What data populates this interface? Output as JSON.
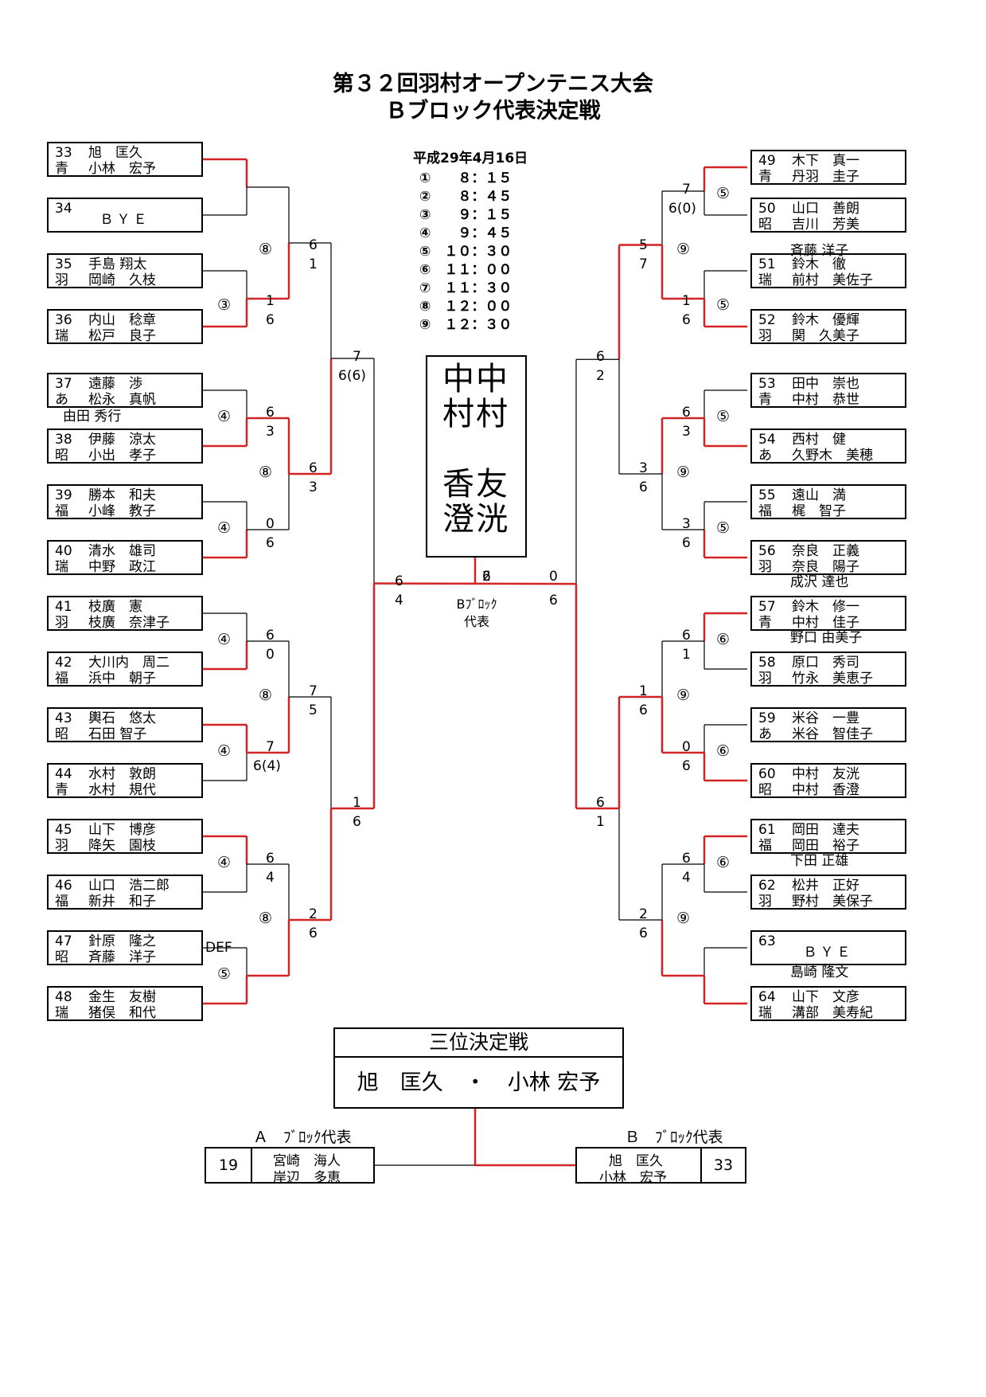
{
  "header": {
    "title_line1": "第３２回羽村オープンテニス大会",
    "title_line2": "Ｂブロック代表決定戦"
  },
  "schedule": {
    "date": "平成29年4月16日",
    "times": [
      "①　　８：１５",
      "②　　８：４５",
      "③　　９：１５",
      "④　　９：４５",
      "⑤　１０：３０",
      "⑥　１１：００",
      "⑦　１１：３０",
      "⑧　１２：００",
      "⑨　１２：３０"
    ]
  },
  "entries": {
    "left": [
      {
        "num": "33",
        "club": "青",
        "p1": "旭　匡久",
        "p2": "小林　宏予"
      },
      {
        "num": "34",
        "bye": "ＢＹＥ"
      },
      {
        "num": "35",
        "club": "羽",
        "p1": "手島 翔太",
        "p2": "岡崎　久枝"
      },
      {
        "num": "36",
        "club": "瑞",
        "p1": "内山　稔章",
        "p2": "松戸　良子"
      },
      {
        "num": "37",
        "club": "あ",
        "p1": "遠藤　渉",
        "p2": "松永　真帆"
      },
      {
        "num": "38",
        "club": "昭",
        "p1": "伊藤　涼太",
        "p2": "小出　孝子"
      },
      {
        "num": "39",
        "club": "福",
        "p1": "勝本　和夫",
        "p2": "小峰　教子"
      },
      {
        "num": "40",
        "club": "瑞",
        "p1": "清水　雄司",
        "p2": "中野　政江"
      },
      {
        "num": "41",
        "club": "羽",
        "p1": "枝廣　憲",
        "p2": "枝廣　奈津子"
      },
      {
        "num": "42",
        "club": "福",
        "p1": "大川内　周二",
        "p2": "浜中　朝子"
      },
      {
        "num": "43",
        "club": "昭",
        "p1": "輿石　悠太",
        "p2": "石田 智子"
      },
      {
        "num": "44",
        "club": "青",
        "p1": "水村　敦朗",
        "p2": "水村　規代"
      },
      {
        "num": "45",
        "club": "羽",
        "p1": "山下　博彦",
        "p2": "降矢　園枝"
      },
      {
        "num": "46",
        "club": "福",
        "p1": "山口　浩二郎",
        "p2": "新井　和子"
      },
      {
        "num": "47",
        "club": "昭",
        "p1": "針原　隆之",
        "p2": "斉藤　洋子"
      },
      {
        "num": "48",
        "club": "瑞",
        "p1": "金生　友樹",
        "p2": "猪俣　和代"
      }
    ],
    "right": [
      {
        "num": "49",
        "club": "青",
        "p1": "木下　真一",
        "p2": "丹羽　圭子"
      },
      {
        "num": "50",
        "club": "昭",
        "p1": "山口　善朗",
        "p2": "吉川　芳美"
      },
      {
        "num": "51",
        "club": "瑞",
        "p1": "鈴木　徹",
        "p2": "前村　美佐子"
      },
      {
        "num": "52",
        "club": "羽",
        "p1": "鈴木　優輝",
        "p2": "関　久美子"
      },
      {
        "num": "53",
        "club": "青",
        "p1": "田中　崇也",
        "p2": "中村　恭世"
      },
      {
        "num": "54",
        "club": "あ",
        "p1": "西村　健",
        "p2": "久野木　美穂"
      },
      {
        "num": "55",
        "club": "福",
        "p1": "遠山　満",
        "p2": "梶　智子"
      },
      {
        "num": "56",
        "club": "羽",
        "p1": "奈良　正義",
        "p2": "奈良　陽子"
      },
      {
        "num": "57",
        "club": "青",
        "p1": "鈴木　修一",
        "p2": "中村　佳子"
      },
      {
        "num": "58",
        "club": "羽",
        "p1": "原口　秀司",
        "p2": "竹永　美恵子"
      },
      {
        "num": "59",
        "club": "あ",
        "p1": "米谷　一豊",
        "p2": "米谷　智佳子"
      },
      {
        "num": "60",
        "club": "昭",
        "p1": "中村　友洸",
        "p2": "中村　香澄"
      },
      {
        "num": "61",
        "club": "福",
        "p1": "岡田　達夫",
        "p2": "岡田　裕子"
      },
      {
        "num": "62",
        "club": "羽",
        "p1": "松井　正好",
        "p2": "野村　美保子"
      },
      {
        "num": "63",
        "bye": "ＢＹＥ"
      },
      {
        "num": "64",
        "club": "瑞",
        "p1": "山下　文彦",
        "p2": "溝部　美寿紀"
      }
    ]
  },
  "substitutes": [
    "由田 秀行",
    "斉藤 洋子",
    "成沢 達也",
    "野口 由美子",
    "下田 正雄",
    "島崎 隆文"
  ],
  "scores": [
    "6",
    "1",
    "1",
    "6",
    "7",
    "6(6)",
    "6",
    "3",
    "6",
    "3",
    "0",
    "6",
    "6",
    "0",
    "7",
    "5",
    "7",
    "6(4)",
    "1",
    "6",
    "6",
    "4",
    "2",
    "6",
    "DEF",
    "6",
    "4",
    "2",
    "6",
    "0",
    "6",
    "7",
    "6(0)",
    "5",
    "7",
    "1",
    "6",
    "6",
    "2",
    "6",
    "3",
    "3",
    "6",
    "3",
    "6",
    "6",
    "1",
    "1",
    "6",
    "0",
    "6",
    "6",
    "1",
    "6",
    "4",
    "2",
    "6"
  ],
  "match_slots": [
    "⑧",
    "③",
    "④",
    "⑧",
    "④",
    "④",
    "⑧",
    "④",
    "④",
    "⑧",
    "⑤",
    "⑤",
    "⑨",
    "⑤",
    "⑤",
    "⑨",
    "⑤",
    "⑥",
    "⑨",
    "⑥",
    "⑥",
    "⑨"
  ],
  "champion": {
    "pair1": "中村",
    "pair2": "中村",
    "given1": "香澄",
    "given2": "友洸"
  },
  "final_label": "Bﾌﾞﾛｯｸ\n代表",
  "third_place": {
    "title": "三位決定戦",
    "winner": "旭　匡久　・　小林 宏予"
  },
  "rep_a": {
    "label": "Ａ　ﾌﾞﾛｯｸ代表",
    "num": "19",
    "p1": "宮崎　海人",
    "p2": "岸辺　多恵"
  },
  "rep_b": {
    "label": "Ｂ　ﾌﾞﾛｯｸ代表",
    "num": "33",
    "p1": "旭　匡久",
    "p2": "小林　宏予"
  },
  "colors": {
    "winner_line": "#d22424",
    "line": "#000000"
  }
}
